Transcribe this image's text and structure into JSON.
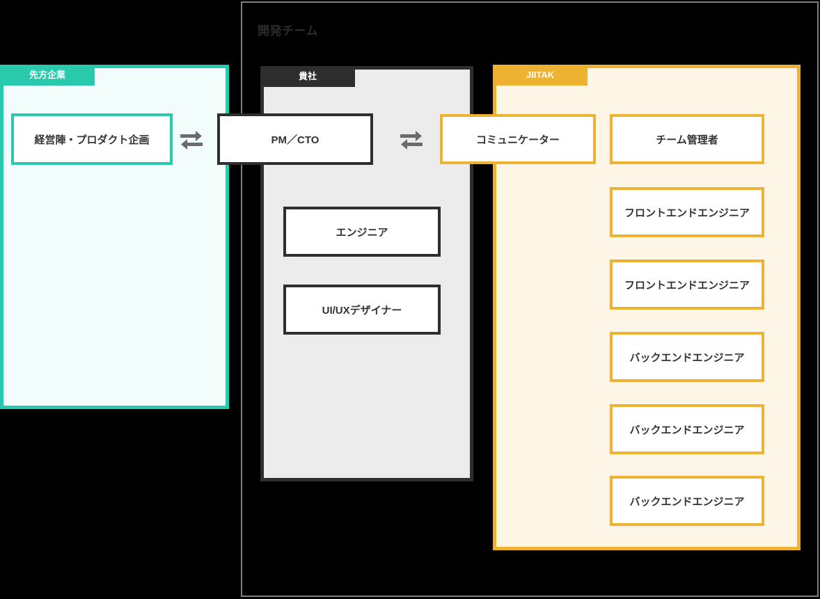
{
  "diagram": {
    "title": "開発チーム"
  },
  "panels": {
    "client": {
      "tab_label": "先方企業",
      "accent_color": "#29c9ae",
      "background_color": "#f2fcfa",
      "roles": [
        {
          "label": "経営陣・プロダクト企画"
        }
      ]
    },
    "company": {
      "tab_label": "貴社",
      "accent_color": "#2e2e2e",
      "background_color": "#ececec",
      "roles": [
        {
          "label": "PM／CTO"
        },
        {
          "label": "エンジニア"
        },
        {
          "label": "UI/UXデザイナー"
        }
      ]
    },
    "jiitak": {
      "tab_label": "JIITAK",
      "accent_color": "#eeb233",
      "background_color": "#fdf6e6",
      "roles": [
        {
          "label": "コミュニケーター"
        },
        {
          "label": "チーム管理者"
        },
        {
          "label": "フロントエンドエンジニア"
        },
        {
          "label": "フロントエンドエンジニア"
        },
        {
          "label": "バックエンドエンジニア"
        },
        {
          "label": "バックエンドエンジニア"
        },
        {
          "label": "バックエンドエンジニア"
        }
      ]
    }
  },
  "connectors": [
    {
      "name": "client-to-company",
      "icon": "exchange-arrow-icon",
      "color": "#6b6b6b"
    },
    {
      "name": "company-to-jiitak",
      "icon": "exchange-arrow-icon",
      "color": "#6b6b6b"
    }
  ]
}
